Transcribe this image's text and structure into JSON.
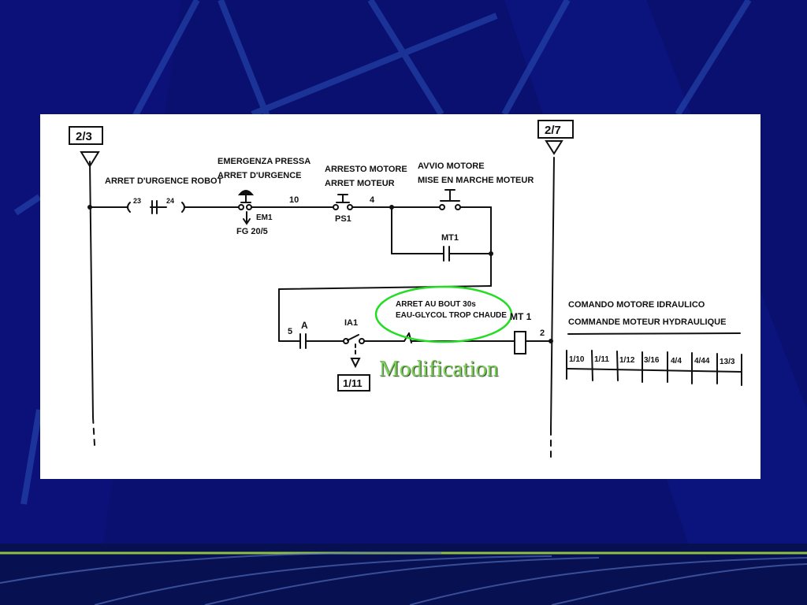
{
  "slide": {
    "caption": "Modification",
    "colors": {
      "background": "#0a1070",
      "panel": "#ffffff",
      "highlight": "#22dd22",
      "caption": "#7ccf5a"
    }
  },
  "schematic": {
    "ref_left": "2/3",
    "ref_right": "2/7",
    "ref_bottom": "1/11",
    "labels": {
      "arret_urgence_robot": "ARRET D'URGENCE ROBOT",
      "contact_23": "23",
      "contact_24": "24",
      "emergenza_line1": "EMERGENZA PRESSA",
      "emergenza_line2": "ARRET D'URGENCE",
      "em1": "EM1",
      "fg": "FG 20/5",
      "wire_10": "10",
      "arresto_line1": "ARRESTO MOTORE",
      "arresto_line2": "ARRET MOTEUR",
      "ps1": "PS1",
      "wire_4": "4",
      "avvio_line1": "AVVIO MOTORE",
      "avvio_line2": "MISE EN MARCHE MOTEUR",
      "mt1_aux": "MT1",
      "wire_5": "5",
      "contact_a": "A",
      "ia1": "IA1",
      "arret_bout_line1": "ARRET AU BOUT 30s",
      "arret_bout_line2": "EAU-GLYCOL TROP CHAUDE",
      "mt1_coil": "MT 1",
      "wire_2": "2",
      "comando": "COMANDO  MOTORE IDRAULICO",
      "commande": "COMMANDE MOTEUR HYDRAULIQUE"
    },
    "xref_table": [
      "1/10",
      "1/11",
      "1/12",
      "3/16",
      "4/4",
      "4/44",
      "13/3"
    ]
  }
}
